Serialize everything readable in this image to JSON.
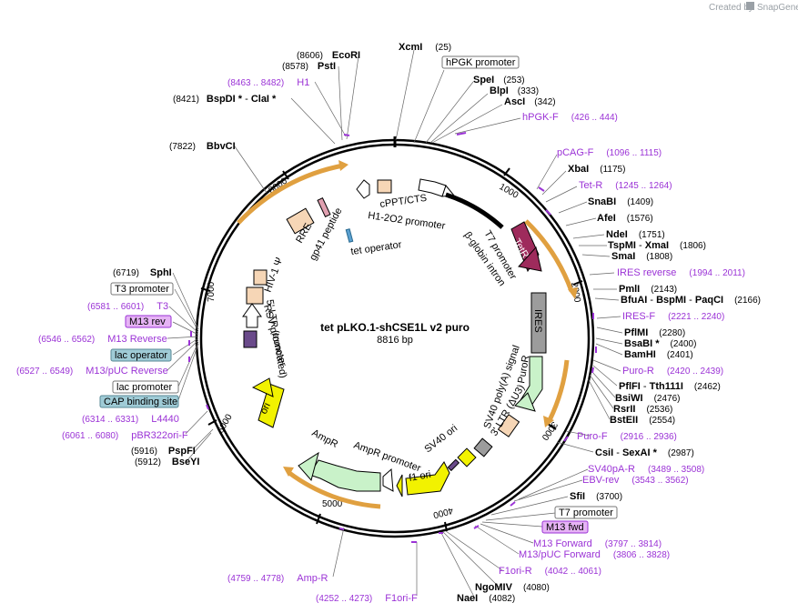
{
  "credit": {
    "prefix": "Created by",
    "brand": "SnapGene"
  },
  "plasmid": {
    "name": "tet pLKO.1-shCSE1L v2 puro",
    "size": "8816 bp"
  },
  "ticks": [
    "1000",
    "2000",
    "3000",
    "4000",
    "5000",
    "6000",
    "7000",
    "8000"
  ],
  "colors": {
    "primer": "#9b33d6",
    "tetR": "#9e2b5c",
    "ires": "#9c9c9c",
    "puroR": "#c9f2c9",
    "ori": "#f2f200",
    "ampR": "#c9f2c9",
    "ltr": "#f6d6b6",
    "orf_arrow": "#e0a040"
  },
  "features": {
    "cppt": "cPPT/CTS",
    "h1": "H1-2O2 promoter",
    "tetop": "tet operator",
    "bglobin": "β-globin intron",
    "t7": "T7 promoter",
    "tetr": "TetR",
    "ires": "IRES",
    "puror": "PuroR",
    "sv40pa": "SV40 poly(A) signal",
    "ltr3": "3' LTR (ΔU3)",
    "sv40ori": "SV40 ori",
    "f1ori": "f1 ori",
    "amppromoter": "AmpR promoter",
    "ampr": "AmpR",
    "ori": "ori",
    "ltr5": "5' LTR (truncated)",
    "rsv": "RSV promoter",
    "hiv": "HIV-1 Ψ",
    "rre": "RRE",
    "gp41": "gp41 peptide"
  },
  "sites": {
    "xcmi": {
      "name": "XcmI",
      "pos": "(25)"
    },
    "hpgk": {
      "name": "hPGK promoter"
    },
    "spei": {
      "name": "SpeI",
      "pos": "(253)"
    },
    "blpi": {
      "name": "BlpI",
      "pos": "(333)"
    },
    "asci": {
      "name": "AscI",
      "pos": "(342)"
    },
    "hpgkf": {
      "name": "hPGK-F",
      "pos": "(426 .. 444)"
    },
    "pcagf": {
      "name": "pCAG-F",
      "pos": "(1096 .. 1115)"
    },
    "xbai": {
      "name": "XbaI",
      "pos": "(1175)"
    },
    "tetrp": {
      "name": "Tet-R",
      "pos": "(1245 .. 1264)"
    },
    "snabi": {
      "name": "SnaBI",
      "pos": "(1409)"
    },
    "afei": {
      "name": "AfeI",
      "pos": "(1576)"
    },
    "ndei": {
      "name": "NdeI",
      "pos": "(1751)"
    },
    "tspmi": {
      "name": "TspMI",
      "sep": " - ",
      "name2": "XmaI",
      "pos": "(1806)"
    },
    "smai": {
      "name": "SmaI",
      "pos": "(1808)"
    },
    "iresrev": {
      "name": "IRES reverse",
      "pos": "(1994 .. 2011)"
    },
    "pmli": {
      "name": "PmlI",
      "pos": "(2143)"
    },
    "bfuai": {
      "name": "BfuAI",
      "sep": " - ",
      "name2": "BspMI",
      "sep2": " - ",
      "name3": "PaqCI",
      "pos": "(2166)"
    },
    "iresf": {
      "name": "IRES-F",
      "pos": "(2221 .. 2240)"
    },
    "pflmi": {
      "name": "PflMI",
      "pos": "(2280)"
    },
    "bsabi": {
      "name": "BsaBI *",
      "pos": "(2400)"
    },
    "bamhi": {
      "name": "BamHI",
      "pos": "(2401)"
    },
    "puror_p": {
      "name": "Puro-R",
      "pos": "(2420 .. 2439)"
    },
    "pflfi": {
      "name": "PflFI",
      "sep": " - ",
      "name2": "Tth111I",
      "pos": "(2462)"
    },
    "bsiwi": {
      "name": "BsiWI",
      "pos": "(2476)"
    },
    "rsrii": {
      "name": "RsrII",
      "pos": "(2536)"
    },
    "bsteii": {
      "name": "BstEII",
      "pos": "(2554)"
    },
    "purof": {
      "name": "Puro-F",
      "pos": "(2916 .. 2936)"
    },
    "csii": {
      "name": "CsiI",
      "sep": " - ",
      "name2": "SexAI *",
      "pos": "(2987)"
    },
    "sv40par": {
      "name": "SV40pA-R",
      "pos": "(3489 .. 3508)"
    },
    "ebvrev": {
      "name": "EBV-rev",
      "pos": "(3543 .. 3562)"
    },
    "sfii": {
      "name": "SfiI",
      "pos": "(3700)"
    },
    "t7prom": {
      "name": "T7 promoter"
    },
    "m13fwd": {
      "name": "M13 fwd"
    },
    "m13forward": {
      "name": "M13 Forward",
      "pos": "(3797 .. 3814)"
    },
    "m13pucf": {
      "name": "M13/pUC Forward",
      "pos": "(3806 .. 3828)"
    },
    "f1orir": {
      "name": "F1ori-R",
      "pos": "(4042 .. 4061)"
    },
    "ngomiv": {
      "name": "NgoMIV",
      "pos": "(4080)"
    },
    "naei": {
      "name": "NaeI",
      "pos": "(4082)"
    },
    "f1orif": {
      "name": "F1ori-F",
      "pos": "(4252 .. 4273)"
    },
    "ampr_p": {
      "name": "Amp-R",
      "pos": "(4759 .. 4778)"
    },
    "bseyi": {
      "name": "BseYI",
      "pos": "(5912)"
    },
    "pspfi": {
      "name": "PspFI",
      "pos": "(5916)"
    },
    "pbr322": {
      "name": "pBR322ori-F",
      "pos": "(6061 .. 6080)"
    },
    "l4440": {
      "name": "L4440",
      "pos": "(6314 .. 6331)"
    },
    "capbs": {
      "name": "CAP binding site"
    },
    "lacprom": {
      "name": "lac promoter"
    },
    "m13pucrev": {
      "name": "M13/pUC Reverse",
      "pos": "(6527 .. 6549)"
    },
    "lacop": {
      "name": "lac operator"
    },
    "m13reverse": {
      "name": "M13 Reverse",
      "pos": "(6546 .. 6562)"
    },
    "m13rev": {
      "name": "M13 rev"
    },
    "t3": {
      "name": "T3",
      "pos": "(6581 .. 6601)"
    },
    "t3prom": {
      "name": "T3 promoter"
    },
    "sphi": {
      "name": "SphI",
      "pos": "(6719)"
    },
    "bbvci": {
      "name": "BbvCI",
      "pos": "(7822)"
    },
    "bspdi": {
      "name": "BspDI *",
      "sep": " - ",
      "name2": "ClaI *",
      "pos": "(8421)"
    },
    "h1p": {
      "name": "H1",
      "pos": "(8463 .. 8482)"
    },
    "psti": {
      "name": "PstI",
      "pos": "(8578)"
    },
    "ecori": {
      "name": "EcoRI",
      "pos": "(8606)"
    }
  }
}
